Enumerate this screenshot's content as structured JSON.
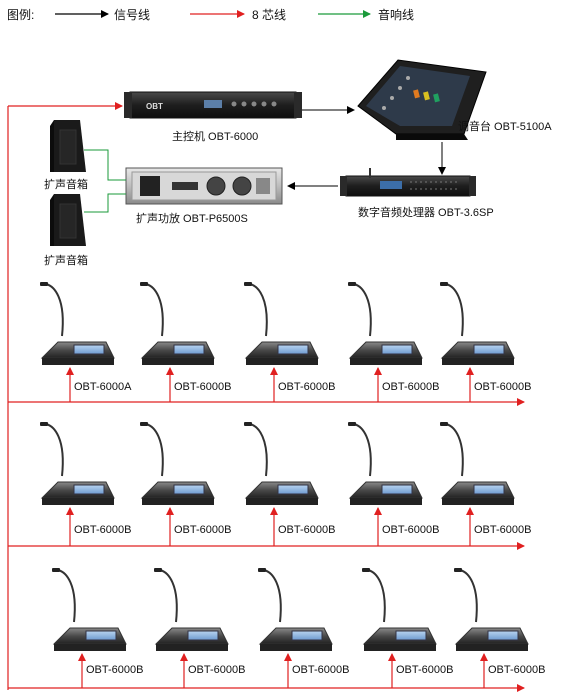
{
  "legend": {
    "title": "图例:",
    "items": [
      {
        "label": "信号线",
        "color": "#000000"
      },
      {
        "label": "8 芯线",
        "color": "#e02020"
      },
      {
        "label": "音响线",
        "color": "#1a9a3a"
      }
    ]
  },
  "devices": {
    "host": {
      "label": "主控机 OBT-6000",
      "logo": "OBT"
    },
    "mixer": {
      "label": "调音台 OBT-5100A"
    },
    "processor": {
      "label": "数字音频处理器 OBT-3.6SP"
    },
    "amplifier": {
      "label": "扩声功放 OBT-P6500S"
    },
    "speaker_top": {
      "label": "扩声音箱"
    },
    "speaker_bottom": {
      "label": "扩声音箱"
    }
  },
  "conference_rows": [
    {
      "units": [
        "OBT-6000A",
        "OBT-6000B",
        "OBT-6000B",
        "OBT-6000B",
        "OBT-6000B"
      ]
    },
    {
      "units": [
        "OBT-6000B",
        "OBT-6000B",
        "OBT-6000B",
        "OBT-6000B",
        "OBT-6000B"
      ]
    },
    {
      "units": [
        "OBT-6000B",
        "OBT-6000B",
        "OBT-6000B",
        "OBT-6000B",
        "OBT-6000B"
      ]
    }
  ],
  "colors": {
    "signal": "#000000",
    "eight_core": "#e02020",
    "speaker_line": "#1a9a3a"
  }
}
